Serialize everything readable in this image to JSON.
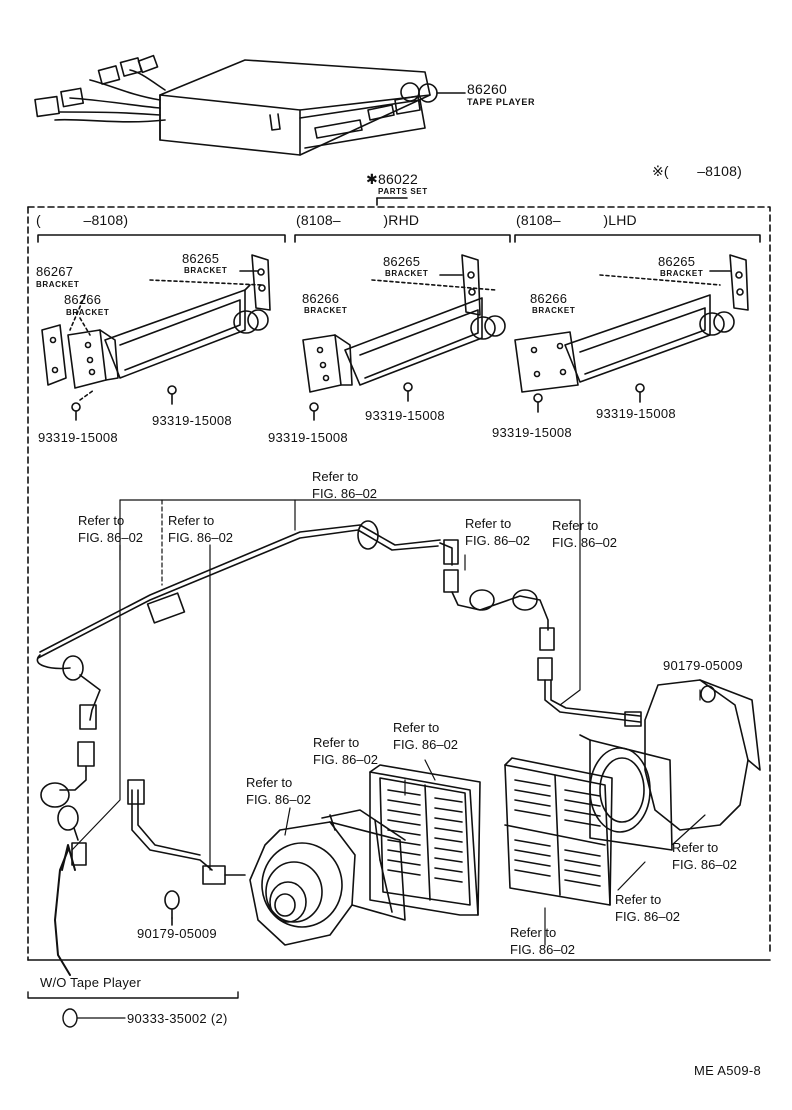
{
  "tape_player": {
    "part_no": "86260",
    "name": "TAPE PLAYER"
  },
  "parts_set": {
    "part_no": "86022",
    "name": "PARTS SET",
    "marker": "✱"
  },
  "applicability_note": "※(　　–8108)",
  "variants": [
    {
      "header": "(　　　–8108)",
      "bracket_86267": {
        "part_no": "86267",
        "name": "BRACKET"
      },
      "bracket_86266": {
        "part_no": "86266",
        "name": "BRACKET"
      },
      "bracket_86265": {
        "part_no": "86265",
        "name": "BRACKET"
      },
      "screws": [
        "93319-15008",
        "93319-15008"
      ]
    },
    {
      "header": "(8108–　　　)RHD",
      "bracket_86266": {
        "part_no": "86266",
        "name": "BRACKET"
      },
      "bracket_86265": {
        "part_no": "86265",
        "name": "BRACKET"
      },
      "screws": [
        "93319-15008",
        "93319-15008"
      ]
    },
    {
      "header": "(8108–　　　)LHD",
      "bracket_86266": {
        "part_no": "86266",
        "name": "BRACKET"
      },
      "bracket_86265": {
        "part_no": "86265",
        "name": "BRACKET"
      },
      "screws": [
        "93319-15008",
        "93319-15008"
      ]
    }
  ],
  "refer": {
    "top": {
      "line1": "Refer to",
      "line2": "FIG. 86–02"
    },
    "left1": {
      "line1": "Refer to",
      "line2": "FIG. 86–02"
    },
    "left2": {
      "line1": "Refer to",
      "line2": "FIG. 86–02"
    },
    "mid1": {
      "line1": "Refer to",
      "line2": "FIG. 86–02"
    },
    "mid2": {
      "line1": "Refer to",
      "line2": "FIG. 86–02"
    },
    "grille_left": {
      "line1": "Refer to",
      "line2": "FIG. 86–02"
    },
    "speaker_left": {
      "line1": "Refer to",
      "line2": "FIG. 86–02"
    },
    "speaker_left2": {
      "line1": "Refer to",
      "line2": "FIG. 86–02"
    },
    "right1": {
      "line1": "Refer to",
      "line2": "FIG. 86–02"
    },
    "right2": {
      "line1": "Refer to",
      "line2": "FIG. 86–02"
    },
    "bottom": {
      "line1": "Refer to",
      "line2": "FIG. 86–02"
    }
  },
  "clips": [
    "90179-05009",
    "90179-05009"
  ],
  "wo_tape_player": {
    "label": "W/O Tape Player",
    "part": "90333-35002 (2)"
  },
  "figure_code": "ME A509-8"
}
